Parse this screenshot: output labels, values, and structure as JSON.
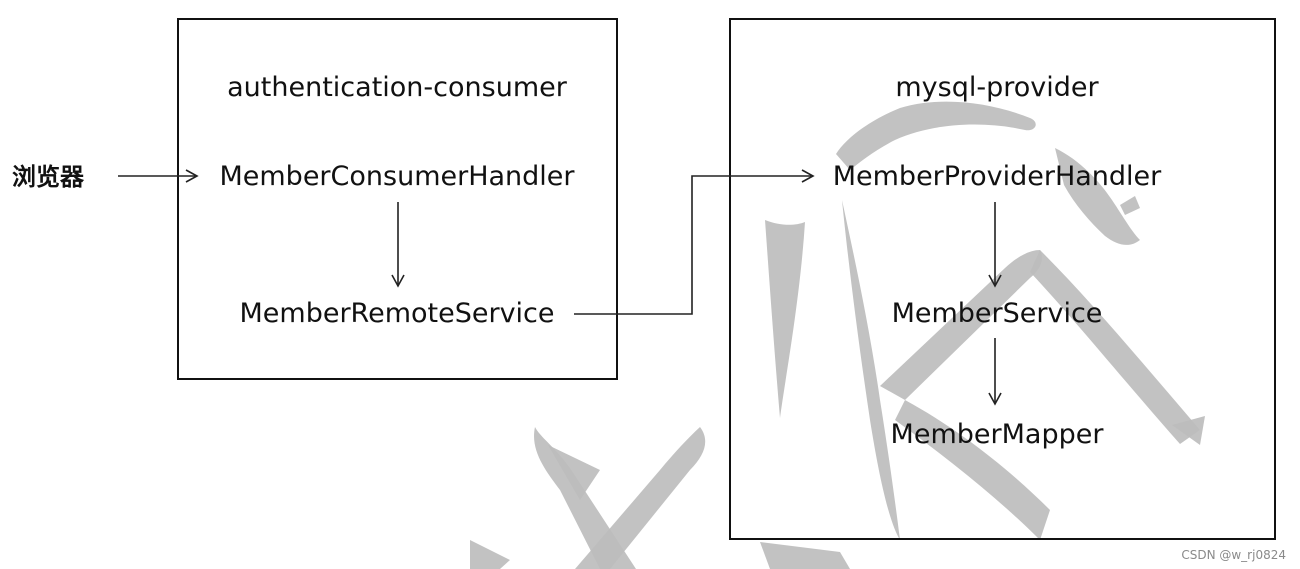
{
  "diagram": {
    "source": {
      "label": "浏览器"
    },
    "boxes": {
      "consumer": {
        "title": "authentication-consumer",
        "nodes": {
          "handler": "MemberConsumerHandler",
          "remote_service": "MemberRemoteService"
        }
      },
      "provider": {
        "title": "mysql-provider",
        "nodes": {
          "handler": "MemberProviderHandler",
          "service": "MemberService",
          "mapper": "MemberMapper"
        }
      }
    },
    "edges": [
      {
        "from": "浏览器",
        "to": "MemberConsumerHandler"
      },
      {
        "from": "MemberConsumerHandler",
        "to": "MemberRemoteService"
      },
      {
        "from": "MemberRemoteService",
        "to": "MemberProviderHandler"
      },
      {
        "from": "MemberProviderHandler",
        "to": "MemberService"
      },
      {
        "from": "MemberService",
        "to": "MemberMapper"
      }
    ]
  },
  "watermark": {
    "text": "CSDN @w_rj0824"
  },
  "colors": {
    "stroke": "#111111",
    "brush": "#bdbdbd",
    "background": "#ffffff"
  }
}
